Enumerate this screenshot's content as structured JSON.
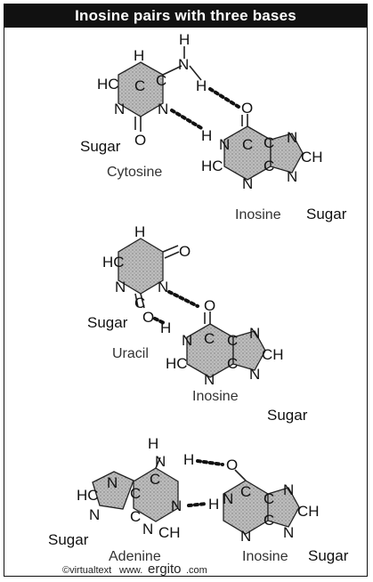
{
  "title": "Inosine pairs with three bases",
  "panels": {
    "cytosine": {
      "base_name": "Cytosine",
      "partner_name": "Inosine",
      "sugar_left": "Sugar",
      "sugar_right": "Sugar"
    },
    "uracil": {
      "base_name": "Uracil",
      "partner_name": "Inosine",
      "sugar_left": "Sugar",
      "sugar_right": "Sugar"
    },
    "adenine": {
      "base_name": "Adenine",
      "partner_name": "Inosine",
      "sugar_left": "Sugar",
      "sugar_right": "Sugar"
    }
  },
  "atoms": {
    "H": "H",
    "N": "N",
    "O": "O",
    "HC": "HC",
    "CH": "CH",
    "C": "C"
  },
  "footer": {
    "copyright": "©virtualtext",
    "www": "www.",
    "site": "ergito",
    "tld": ".com"
  }
}
